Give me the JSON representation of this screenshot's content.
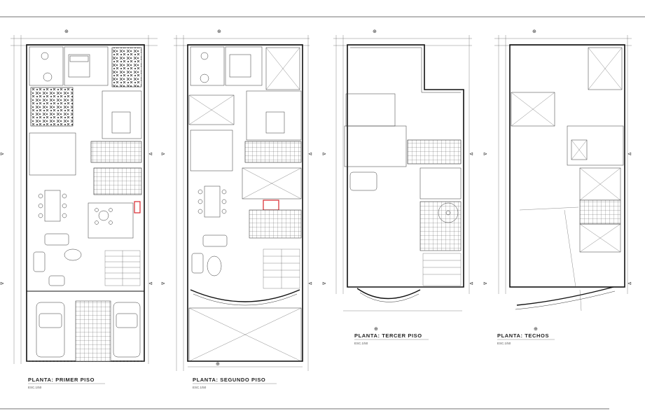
{
  "plans": [
    {
      "id": "primer-piso",
      "title": "PLANTA: PRIMER  PISO",
      "scale": "ESC.1/50"
    },
    {
      "id": "segundo-piso",
      "title": "PLANTA: SEGUNDO PISO",
      "scale": "ESC.1/50"
    },
    {
      "id": "tercer-piso",
      "title": "PLANTA: TERCER  PISO",
      "scale": "ESC.1/50"
    },
    {
      "id": "techos",
      "title": "PLANTA: TECHOS",
      "scale": "ESC.1/50"
    }
  ],
  "colors": {
    "line": "#111111",
    "accent": "#d9262c",
    "background": "#ffffff"
  }
}
